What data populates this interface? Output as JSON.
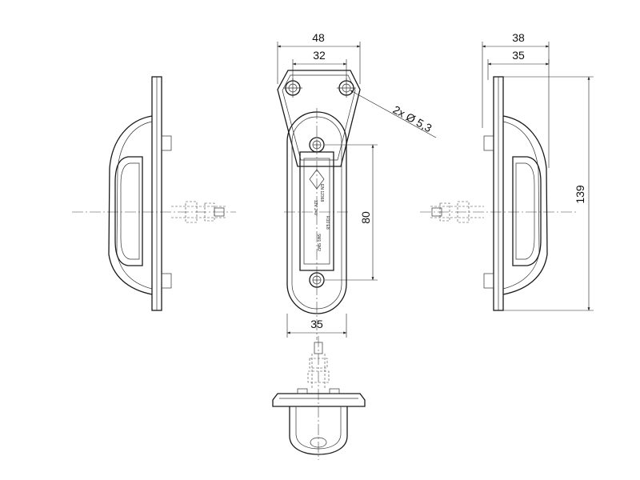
{
  "dimensions": {
    "front_overall_width": "48",
    "front_hole_spacing": "32",
    "front_hole_callout": "2x Ø 5,3",
    "front_screw_spacing": "80",
    "front_lens_width": "35",
    "side_overall_depth": "38",
    "side_housing_depth": "35",
    "side_overall_height": "139"
  },
  "colors": {
    "line": "#1a1a1a",
    "background": "#ffffff"
  }
}
